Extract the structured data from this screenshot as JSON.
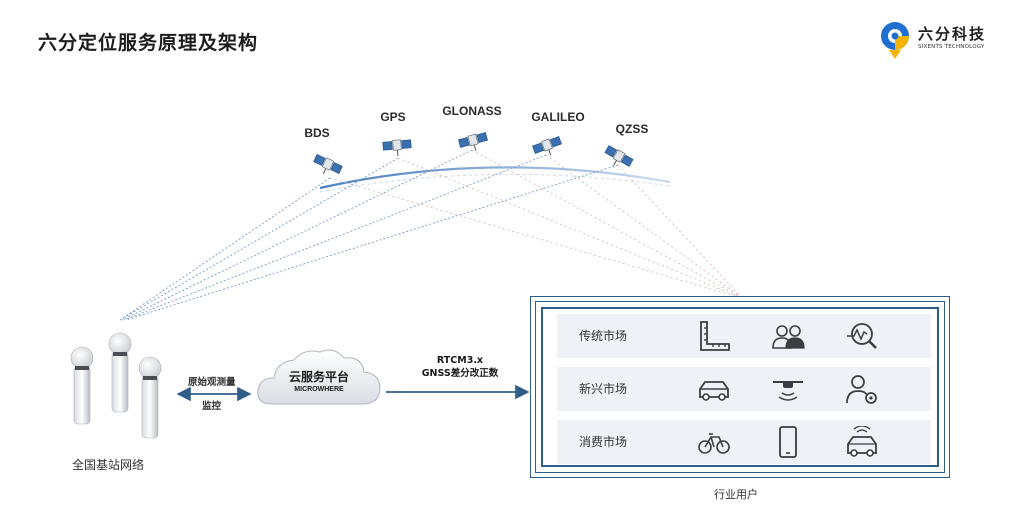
{
  "title": "六分定位服务原理及架构",
  "logo": {
    "name": "六分科技",
    "subtitle": "SIXENTS TECHNOLOGY"
  },
  "satellites": [
    {
      "label": "BDS"
    },
    {
      "label": "GPS"
    },
    {
      "label": "GLONASS"
    },
    {
      "label": "GALILEO"
    },
    {
      "label": "QZSS"
    }
  ],
  "stations_label": "全国基站网络",
  "link_left": {
    "top": "原始观测量",
    "bottom": "监控"
  },
  "cloud": {
    "title": "云服务平台",
    "subtitle": "MICROWHERE"
  },
  "link_right": {
    "line1": "RTCM3.x",
    "line2": "GNSS差分改正数"
  },
  "markets": [
    {
      "label": "传统市场",
      "icons": [
        "ruler-icon",
        "people-icon",
        "analytics-search-icon"
      ]
    },
    {
      "label": "新兴市场",
      "icons": [
        "car-icon",
        "drone-icon",
        "robot-settings-icon"
      ]
    },
    {
      "label": "消费市场",
      "icons": [
        "bicycle-icon",
        "phone-icon",
        "autonomous-car-icon"
      ]
    }
  ],
  "users_label": "行业用户",
  "colors": {
    "accent": "#2f5d8a",
    "row_bg": "#eef1f6",
    "orbit": "#8fb3d9",
    "logo_blue": "#1f6fd1",
    "logo_yellow": "#f5b400"
  }
}
